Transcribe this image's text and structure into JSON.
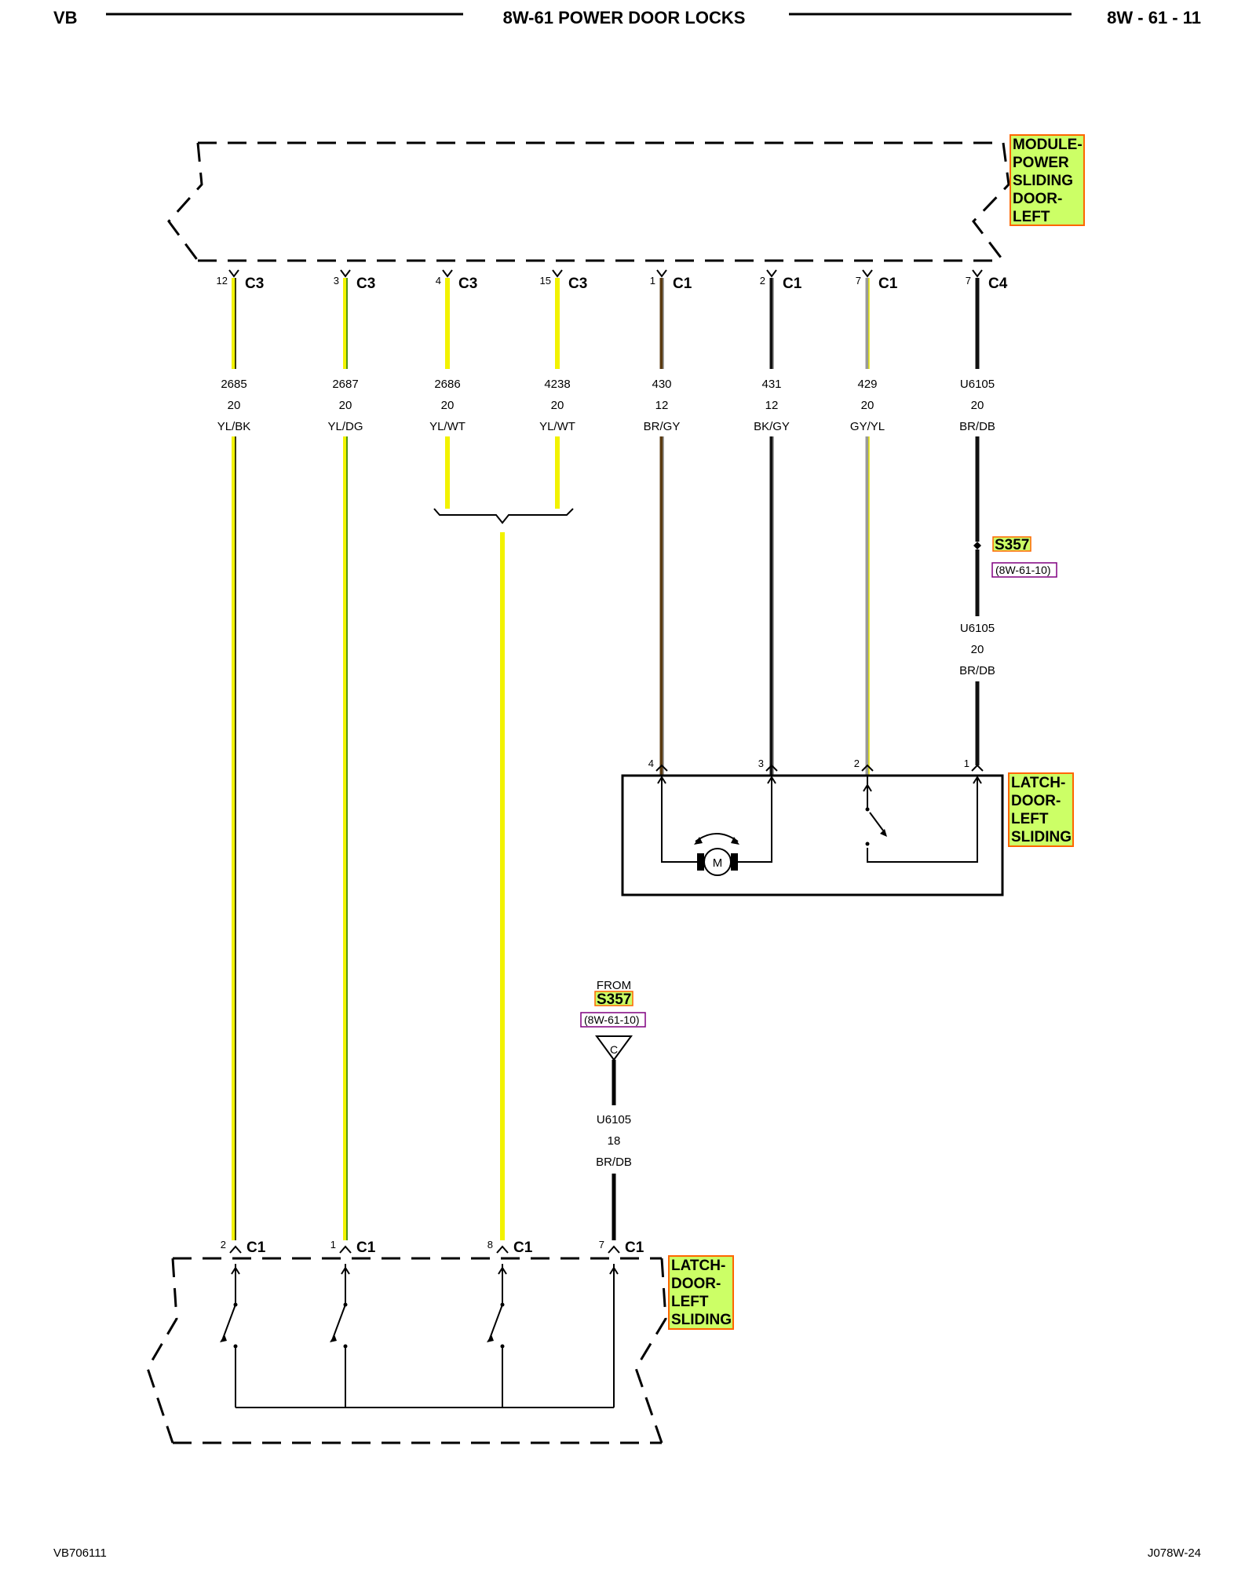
{
  "header": {
    "left": "VB",
    "title": "8W-61 POWER DOOR LOCKS",
    "page": "8W - 61 - 11"
  },
  "components": {
    "module": [
      "MODULE-",
      "POWER",
      "SLIDING",
      "DOOR-",
      "LEFT"
    ],
    "latch_top": [
      "LATCH-",
      "DOOR-",
      "LEFT",
      "SLIDING"
    ],
    "latch_bottom": [
      "LATCH-",
      "DOOR-",
      "LEFT",
      "SLIDING"
    ]
  },
  "motor_label": "M",
  "top_wires": [
    {
      "pin": "12",
      "conn": "C3",
      "circuit": "2685",
      "gauge": "20",
      "color": "YL/BK",
      "stroke": "#f2f200",
      "tracer": "#000000"
    },
    {
      "pin": "3",
      "conn": "C3",
      "circuit": "2687",
      "gauge": "20",
      "color": "YL/DG",
      "stroke": "#f2f200",
      "tracer": "#1a7a1a"
    },
    {
      "pin": "4",
      "conn": "C3",
      "circuit": "2686",
      "gauge": "20",
      "color": "YL/WT",
      "stroke": "#f2f200",
      "tracer": ""
    },
    {
      "pin": "15",
      "conn": "C3",
      "circuit": "4238",
      "gauge": "20",
      "color": "YL/WT",
      "stroke": "#f2f200",
      "tracer": ""
    },
    {
      "pin": "1",
      "conn": "C1",
      "circuit": "430",
      "gauge": "12",
      "color": "BR/GY",
      "stroke": "#5a3a10",
      "tracer": "#888888"
    },
    {
      "pin": "2",
      "conn": "C1",
      "circuit": "431",
      "gauge": "12",
      "color": "BK/GY",
      "stroke": "#111111",
      "tracer": "#888888"
    },
    {
      "pin": "7",
      "conn": "C1",
      "circuit": "429",
      "gauge": "20",
      "color": "GY/YL",
      "stroke": "#999999",
      "tracer": "#e8e800"
    },
    {
      "pin": "7",
      "conn": "C4",
      "circuit": "U6105",
      "gauge": "20",
      "color": "BR/DB",
      "stroke": "#111111",
      "tracer": ""
    }
  ],
  "splice": {
    "name": "S357",
    "ref": "(8W-61-10)",
    "circuit": "U6105",
    "gauge": "20",
    "color": "BR/DB"
  },
  "latch_top_pins": [
    "4",
    "3",
    "2",
    "1"
  ],
  "from_splice": {
    "from": "FROM",
    "name": "S357",
    "ref": "(8W-61-10)",
    "letter": "C",
    "circuit": "U6105",
    "gauge": "18",
    "color": "BR/DB"
  },
  "bottom_pins": [
    {
      "pin": "2",
      "conn": "C1"
    },
    {
      "pin": "1",
      "conn": "C1"
    },
    {
      "pin": "8",
      "conn": "C1"
    },
    {
      "pin": "7",
      "conn": "C1"
    }
  ],
  "footer": {
    "left": "VB706111",
    "right": "J078W-24"
  }
}
